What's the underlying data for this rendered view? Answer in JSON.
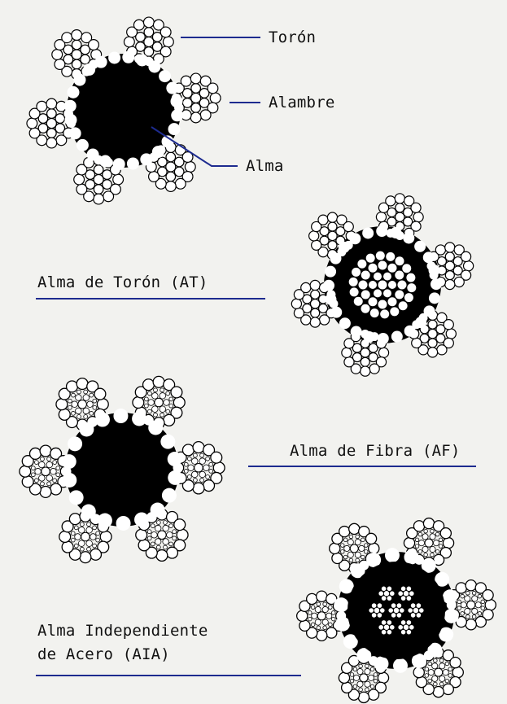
{
  "colors": {
    "accent": "#1d2b8f",
    "core": "#000000",
    "wire_stroke": "#000000",
    "wire_fill": "#ffffff",
    "background": "#f2f2ef"
  },
  "callouts": {
    "toron": "Torón",
    "alambre": "Alambre",
    "alma": "Alma"
  },
  "types": {
    "at": {
      "label": "Alma de Torón (AT)"
    },
    "af": {
      "label": "Alma de Fibra (AF)"
    },
    "aia": {
      "line1": "Alma Independiente",
      "line2": "de Acero (AIA)"
    }
  }
}
